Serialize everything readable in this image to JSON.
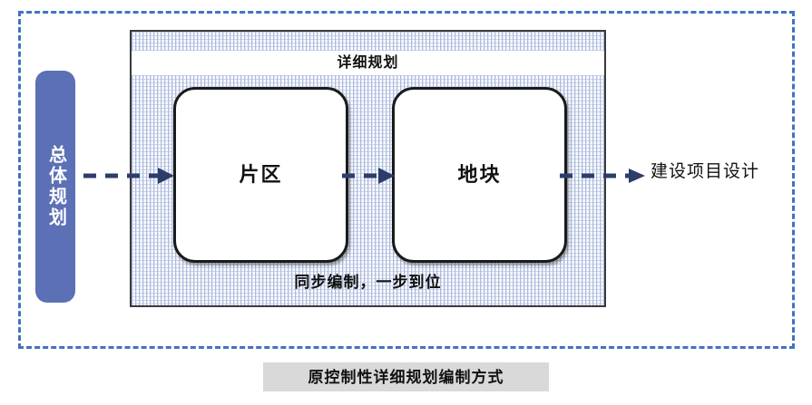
{
  "diagram": {
    "title": "原控制性详细规划编制方式",
    "colors": {
      "frame_dash": "#4472c4",
      "vertical_bar": "#5b70b5",
      "arrow": "#2c3d6b",
      "hatch": "#aebbdd",
      "caption_bg": "#d9d9d9",
      "node_border": "#1a1a1a"
    },
    "outer_frame": {
      "name": "outer-dashed-frame"
    },
    "vertical_bar": {
      "label": "总体规划"
    },
    "panel": {
      "banner_label": "详细规划",
      "footnote_label": "同步编制，一步到位"
    },
    "nodes": [
      {
        "id": "pianqu",
        "label": "片区"
      },
      {
        "id": "dikuai",
        "label": "地块"
      }
    ],
    "connectors": [
      {
        "id": "conn-1",
        "icon": "dashed-arrow-right-icon"
      },
      {
        "id": "conn-2",
        "icon": "dashed-arrow-right-icon"
      },
      {
        "id": "conn-3",
        "icon": "dashed-arrow-right-icon"
      }
    ],
    "output": {
      "label": "建设项目设计"
    }
  }
}
